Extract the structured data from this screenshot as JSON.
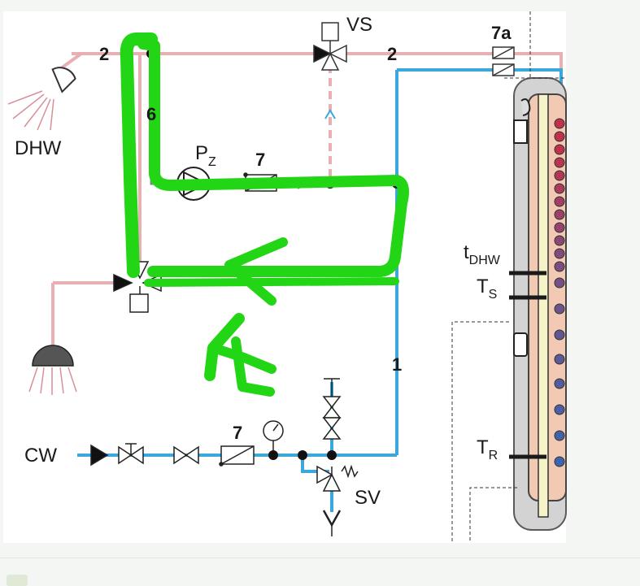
{
  "labels": {
    "dhw": "DHW",
    "cw": "CW",
    "vs": "VS",
    "sv": "SV",
    "pump": "P",
    "pump_sub": "Z",
    "tdhw": "t",
    "tdhw_sub": "DHW",
    "ts": "T",
    "ts_sub": "S",
    "tr": "T",
    "tr_sub": "R",
    "n2_left": "2",
    "n2_right": "2",
    "n6": "6",
    "n7_mid": "7",
    "n7_bottom": "7",
    "n7a": "7a",
    "n1": "1"
  },
  "colors": {
    "hot_pipe": "#e9b0b4",
    "cold_pipe": "#3aa8dc",
    "highlight": "#22d616",
    "tank_shell": "#d3d3d3",
    "tank_inner": "#f2c9b3"
  }
}
